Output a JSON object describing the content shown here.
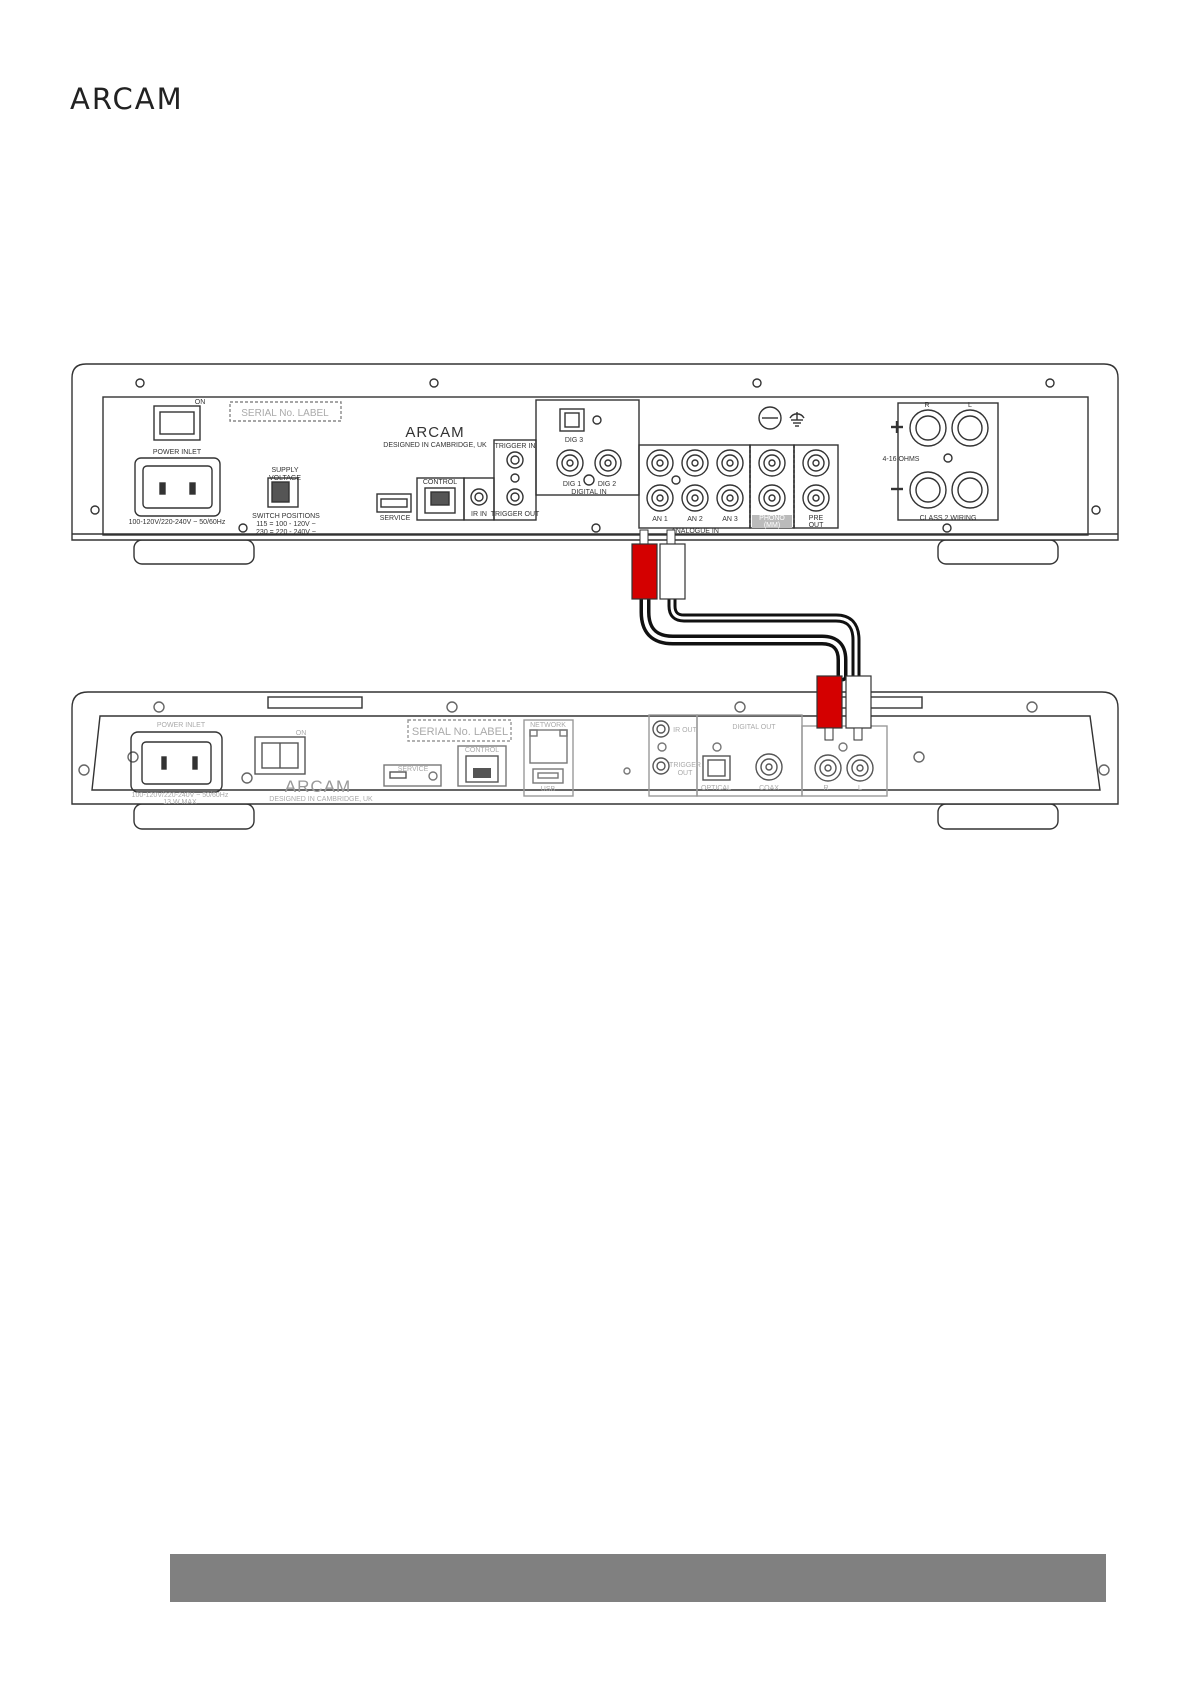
{
  "logo": "ARCAM",
  "amp": {
    "brand": "ARCAM",
    "designed": "DESIGNED IN CAMBRIDGE, UK",
    "serial": "SERIAL No. LABEL",
    "on": "ON",
    "power_inlet": "POWER INLET",
    "power_rating": "100-120V/220-240V ~ 50/60Hz",
    "supply1": "SUPPLY",
    "supply2": "VOLTAGE",
    "switch_pos": "SWITCH POSITIONS",
    "switch_115": "115 = 100 - 120V ~",
    "switch_230": "230 = 220 - 240V ~",
    "service": "SERVICE",
    "control": "CONTROL",
    "ir_in": "IR IN",
    "trigger_in": "TRIGGER IN",
    "trigger_out": "TRIGGER OUT",
    "dig3": "DIG 3",
    "dig1": "DIG 1",
    "dig2": "DIG 2",
    "digital_in": "DIGITAL IN",
    "an1": "AN 1",
    "an2": "AN 2",
    "an3": "AN 3",
    "analogue_in": "ANALOGUE IN",
    "phono1": "PHONO",
    "phono2": "(MM)",
    "pre1": "PRE",
    "pre2": "OUT",
    "ohms": "4-16 OHMS",
    "r": "R",
    "l": "L",
    "plus": "+",
    "minus": "−",
    "class2": "CLASS 2 WIRING"
  },
  "streamer": {
    "brand": "ARCAM",
    "designed": "DESIGNED IN CAMBRIDGE, UK",
    "serial": "SERIAL No. LABEL",
    "power_inlet": "POWER INLET",
    "power_rating1": "100-120V/220-240V ~ 50/60Hz",
    "power_rating2": "13 W MAX",
    "on": "ON",
    "service": "SERVICE",
    "control": "CONTROL",
    "network": "NETWORK",
    "usb": "USB",
    "ir_out": "IR OUT",
    "trigger1": "TRIGGER",
    "trigger2": "OUT",
    "digital_out": "DIGITAL OUT",
    "optical": "OPTICAL",
    "coax": "COAX",
    "r": "R",
    "l": "L"
  },
  "colors": {
    "cable_red": "#d40000",
    "cable_white": "#ffffff",
    "outline": "#333333",
    "footer": "#808080"
  }
}
